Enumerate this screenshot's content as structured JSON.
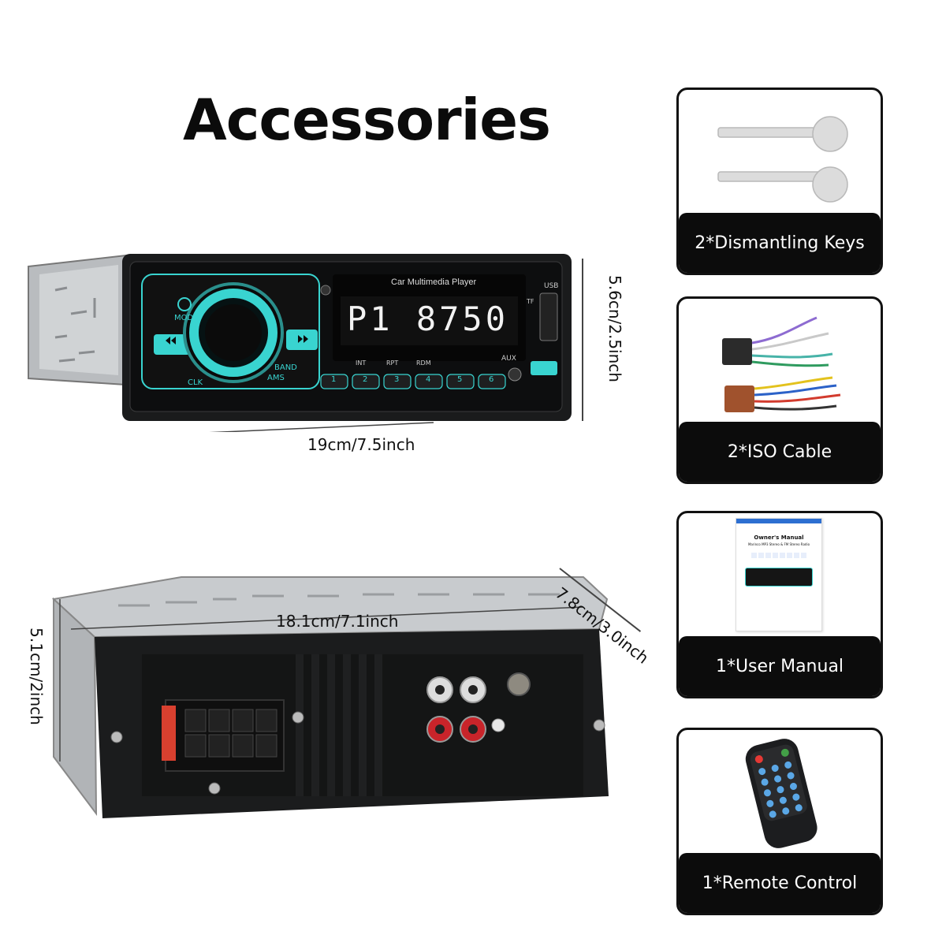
{
  "title": "Accessories",
  "front_unit": {
    "brand_text": "Car Multimedia Player",
    "display": "P1 8750",
    "usb_label": "USB",
    "tf_label": "TF",
    "aux_label": "AUX",
    "mode_label": "MODE",
    "band_label": "BAND",
    "ams_label": "AMS",
    "clk_label": "CLK",
    "function_labels": [
      "INT",
      "RPT",
      "RDM"
    ],
    "preset_buttons": [
      "1",
      "2",
      "3",
      "4",
      "5",
      "6"
    ],
    "width_label": "19cm/7.5inch",
    "height_label": "5.6cn/2.5inch"
  },
  "rear_unit": {
    "width_label": "18.1cm/7.1inch",
    "depth_label": "7.8cm/3.0inch",
    "height_label": "5.1cm/2inch"
  },
  "accessories": [
    {
      "label": "2*Dismantling Keys",
      "icon": "dismantling-keys-icon"
    },
    {
      "label": "2*ISO Cable",
      "icon": "iso-cable-icon"
    },
    {
      "label": "1*User Manual",
      "icon": "user-manual-icon",
      "manual_title": "Owner's Manual",
      "manual_subtitle": "Marinco MP3 Stereo & FM Stereo Radio"
    },
    {
      "label": "1*Remote Control",
      "icon": "remote-control-icon"
    }
  ],
  "colors": {
    "accent": "#39d4d0",
    "label_bg": "#0c0c0c"
  }
}
